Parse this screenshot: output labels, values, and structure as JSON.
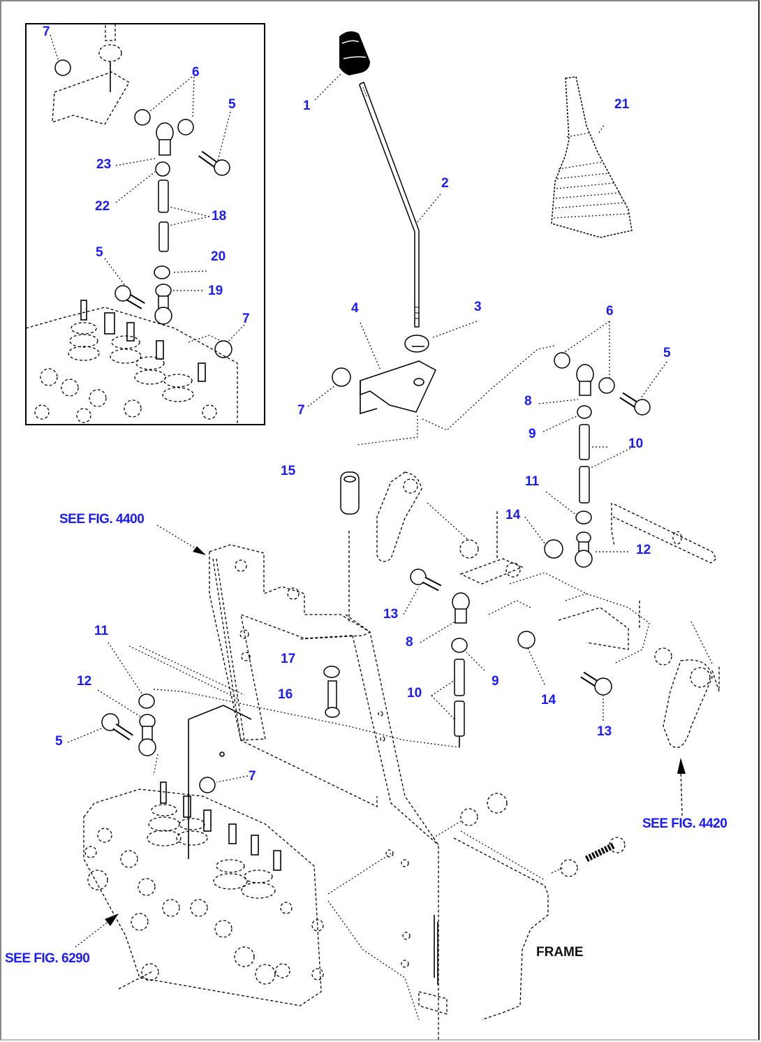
{
  "diagram": {
    "title": "Control lever linkage parts diagram",
    "inset": {
      "callouts": [
        "7",
        "6",
        "5",
        "23",
        "22",
        "18",
        "5",
        "20",
        "19",
        "7"
      ]
    },
    "callouts": {
      "c1": "1",
      "c2": "2",
      "c3": "3",
      "c4": "4",
      "c5a": "5",
      "c6": "6",
      "c7a": "7",
      "c8a": "8",
      "c9a": "9",
      "c10a": "10",
      "c11a": "11",
      "c12a": "12",
      "c13a": "13",
      "c14a": "14",
      "c15": "15",
      "c8b": "8",
      "c9b": "9",
      "c10b": "10",
      "c14b": "14",
      "c13b": "13",
      "c11b": "11",
      "c12b": "12",
      "c5b": "5",
      "c17": "17",
      "c16": "16",
      "c7b": "7",
      "c21": "21"
    },
    "inset_callouts": {
      "i7a": "7",
      "i6": "6",
      "i5a": "5",
      "i23": "23",
      "i22": "22",
      "i18": "18",
      "i5b": "5",
      "i20": "20",
      "i19": "19",
      "i7b": "7"
    },
    "references": {
      "fig4400": "SEE FIG. 4400",
      "fig4420": "SEE FIG. 4420",
      "fig6290": "SEE FIG. 6290"
    },
    "labels": {
      "frame": "FRAME"
    },
    "colors": {
      "callout": "#1a1aff",
      "line": "#000000",
      "background": "#ffffff"
    }
  }
}
